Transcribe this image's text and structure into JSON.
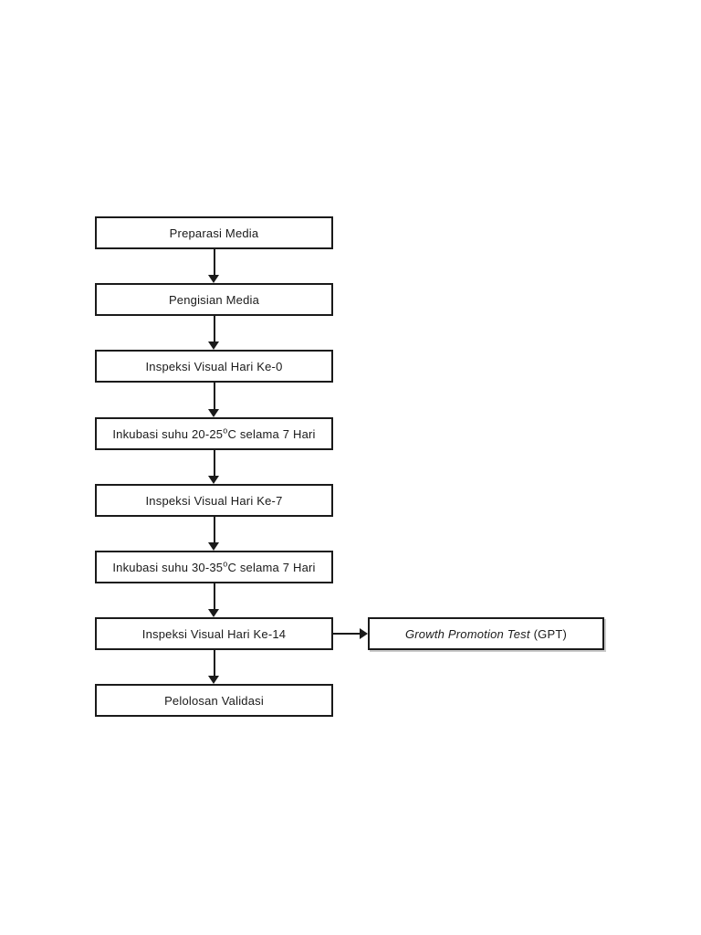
{
  "page": {
    "background_color": "#ffffff",
    "line_color": "#1a1a1a",
    "text_color": "#1a1a1a"
  },
  "flow": {
    "steps": [
      {
        "label": "Preparasi Media"
      },
      {
        "label": "Pengisian Media"
      },
      {
        "label": "Inspeksi Visual Hari Ke-0"
      },
      {
        "pre": "Inkubasi suhu 20-25",
        "sup": "o",
        "post": "C selama 7 Hari"
      },
      {
        "label": "Inspeksi Visual Hari Ke-7"
      },
      {
        "pre": "Inkubasi suhu 30-35",
        "sup": "o",
        "post": "C selama 7 Hari"
      },
      {
        "label": "Inspeksi Visual Hari Ke-14"
      },
      {
        "label": "Pelolosan Validasi"
      }
    ],
    "branch": {
      "italic": "Growth Promotion Test",
      "regular": "(GPT)"
    }
  }
}
